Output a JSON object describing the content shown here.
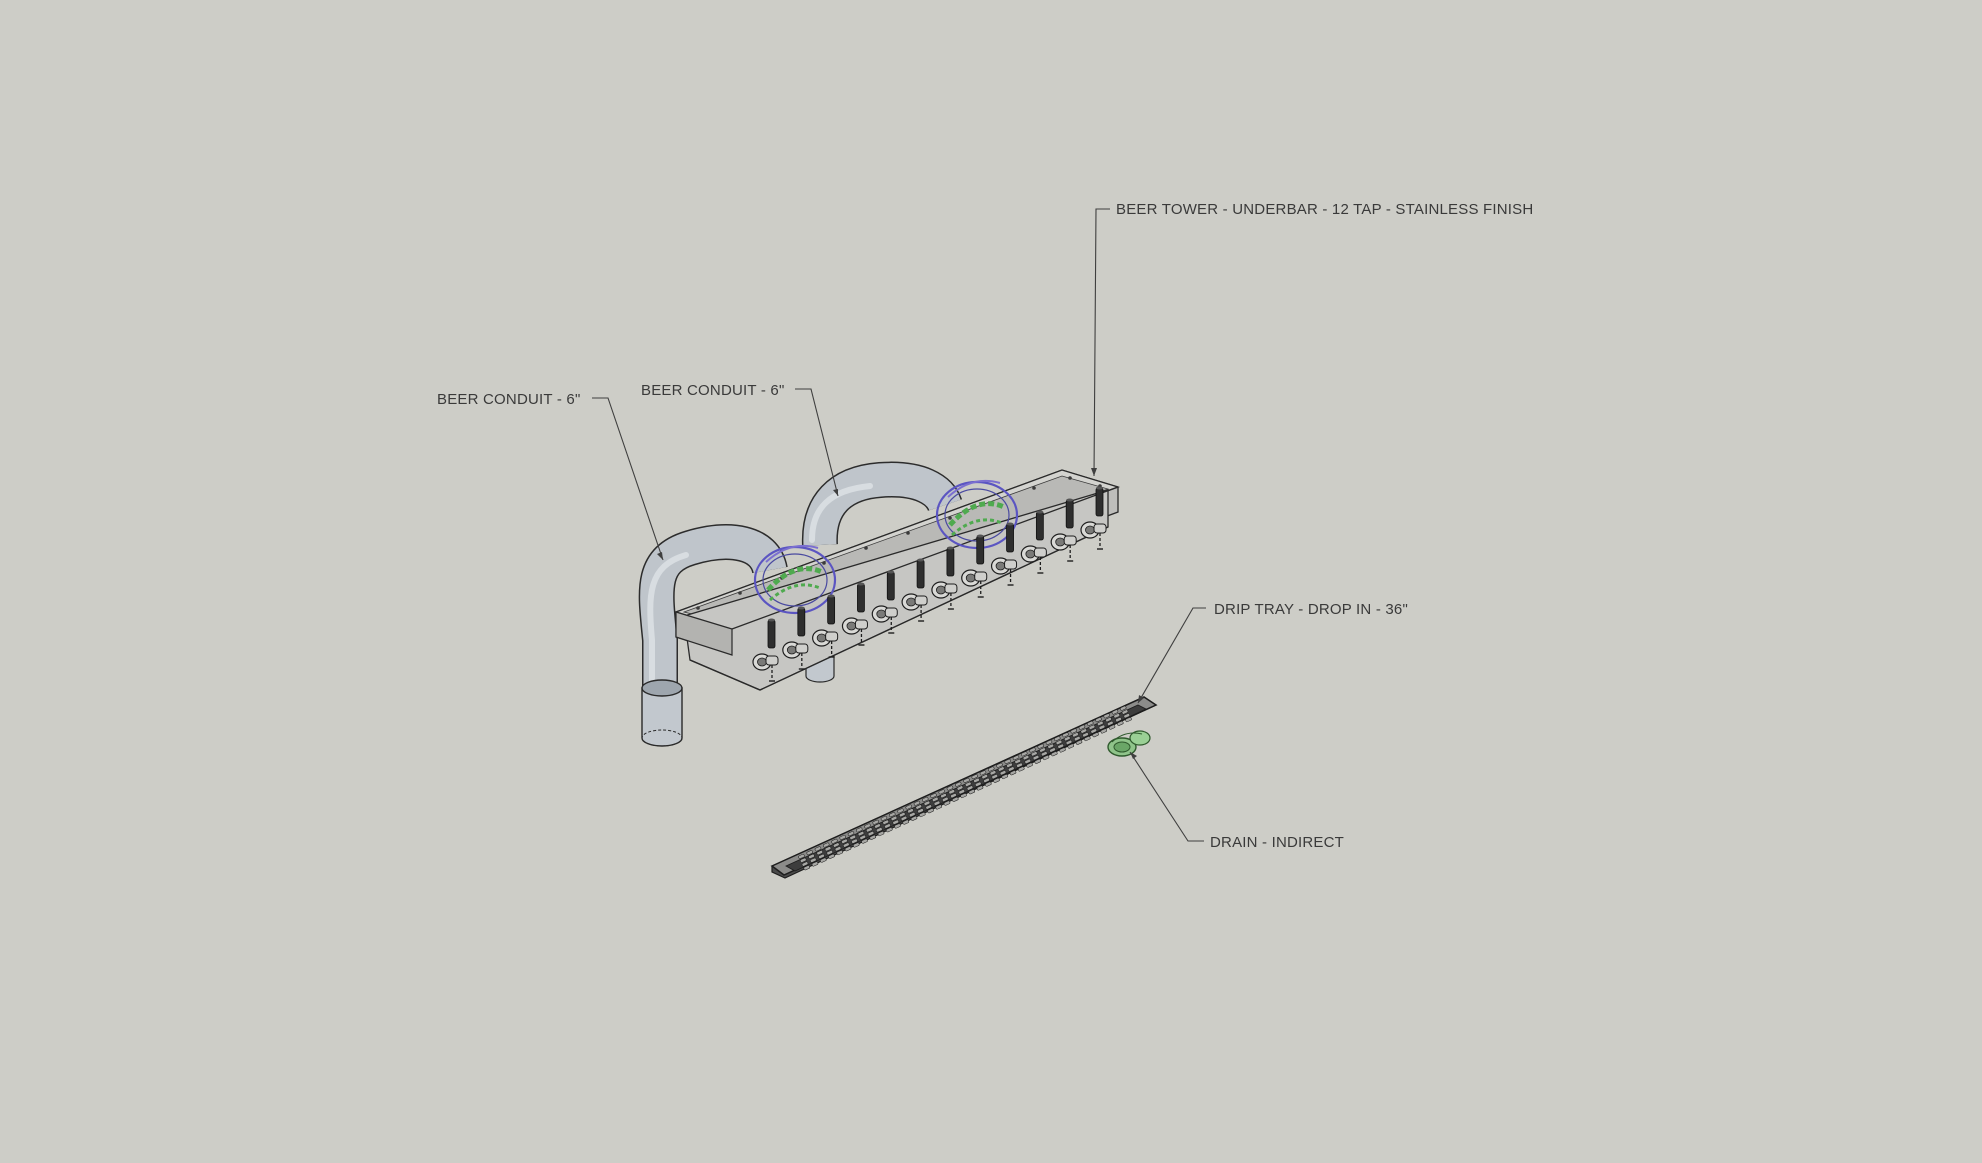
{
  "callouts": {
    "beer_tower": "BEER TOWER - UNDERBAR - 12 TAP - STAINLESS FINISH",
    "beer_conduit_left": "BEER CONDUIT - 6\"",
    "beer_conduit_right": "BEER CONDUIT - 6\"",
    "drip_tray": "DRIP TRAY - DROP IN - 36\"",
    "drain": "DRAIN - INDIRECT"
  },
  "model": {
    "tap_count": 12
  },
  "colors": {
    "background": "#cdcdc7",
    "stainless": "#c9c9c6",
    "conduit": "#b5bcc3",
    "logo_ring": "#5b55c2",
    "logo_text": "#4faa4f",
    "drain": "#8fc48a",
    "tray": "#6c6c6c"
  }
}
